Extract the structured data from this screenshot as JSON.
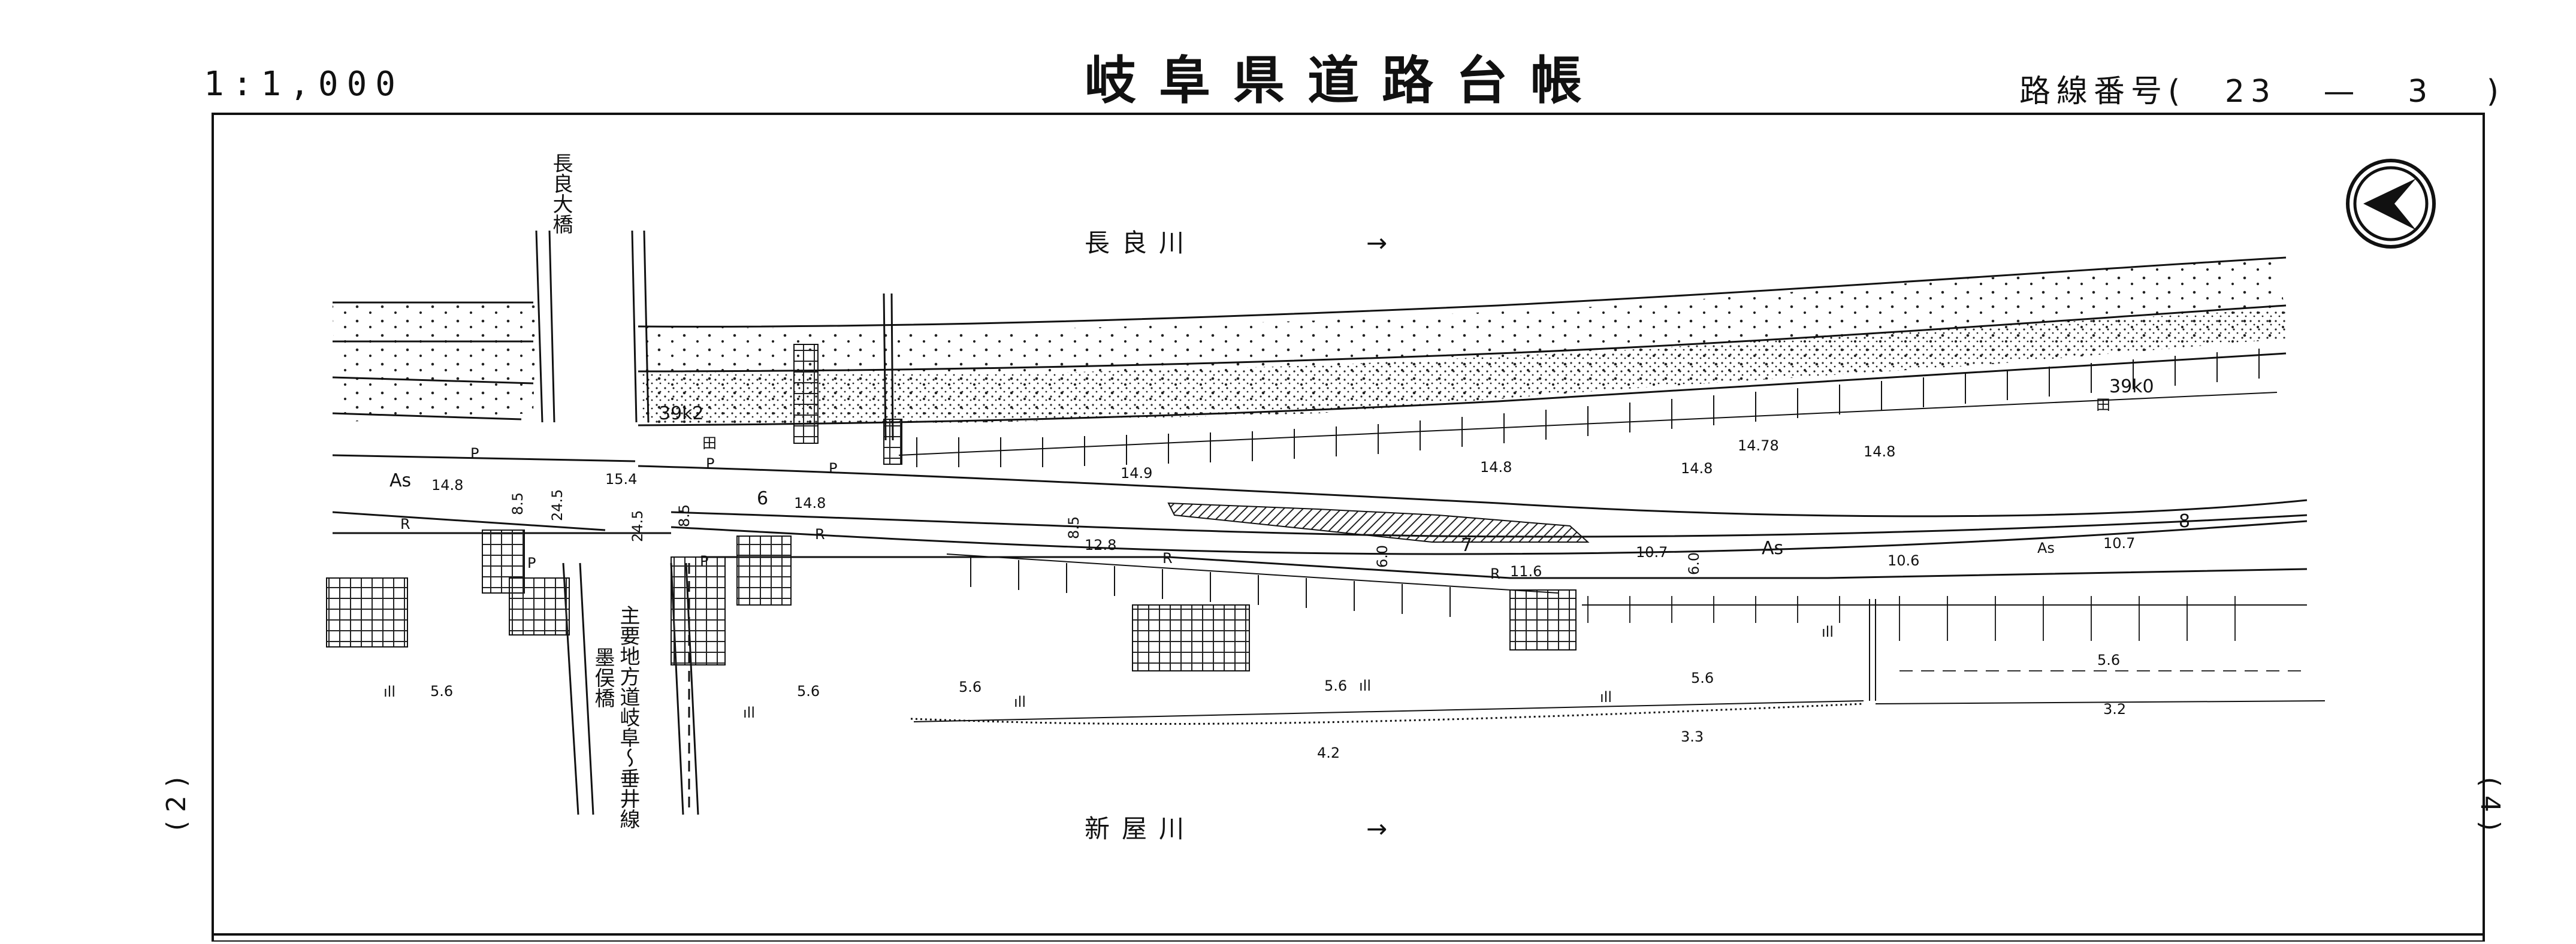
{
  "header": {
    "scale": "1:1,000",
    "title": "岐阜県道路台帳",
    "route_prefix": "路線番号(",
    "route_major": "23",
    "route_separator": "—",
    "route_minor": "3",
    "route_suffix": ")"
  },
  "sheet": {
    "left_marker": "( 2 )",
    "right_marker": "( 4 )"
  },
  "map": {
    "north_river": "長良川",
    "south_river": "新屋川",
    "top_bridge": "長良大橋",
    "bottom_bridge": "墨俣橋",
    "road_name": "主要地方道岐阜～垂井線",
    "chainage_left": "39k2",
    "chainage_right": "39k0",
    "pavement_left": "As",
    "pavement_mid": "As",
    "pavement_right": "As",
    "elevations": {
      "e148_left": "14.8",
      "e154": "15.4",
      "e148_a": "14.8",
      "e149": "14.9",
      "e1478": "14.78",
      "e148_b": "14.8",
      "e148_c": "14.8",
      "e148_d": "14.8",
      "e128": "12.8",
      "e116": "11.6",
      "e107_a": "10.7",
      "e106": "10.6",
      "e107_b": "10.7",
      "e56_a": "5.6",
      "e56_b": "5.6",
      "e56_c": "5.6",
      "e56_d": "5.6",
      "e56_e": "5.6",
      "e56_f": "5.6",
      "e42": "4.2",
      "e33": "3.3",
      "e32": "3.2"
    },
    "widths": {
      "w85_a": "8.5",
      "w245_a": "24.5",
      "w245_b": "24.5",
      "w85_b": "8.5",
      "w85_c": "8.5",
      "w60_a": "6.0",
      "w60_b": "6.0"
    },
    "markers": {
      "m6": "6",
      "m7": "7",
      "m8": "8"
    },
    "symbols": {
      "p": "P",
      "r": "R",
      "marsh": "ıll",
      "grid": "田"
    }
  }
}
